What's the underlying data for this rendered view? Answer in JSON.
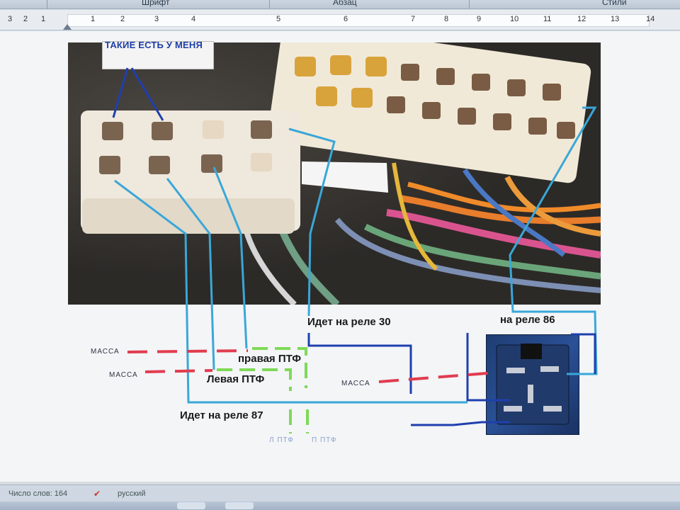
{
  "ribbon": {
    "groups": [
      {
        "label": "Шрифт"
      },
      {
        "label": "Абзац"
      },
      {
        "label": "Стили"
      }
    ]
  },
  "ruler": {
    "numbers": [
      "3",
      "2",
      "1",
      "1",
      "2",
      "3",
      "4",
      "5",
      "6",
      "7",
      "8",
      "9",
      "10",
      "11",
      "12",
      "13",
      "14"
    ]
  },
  "document": {
    "caption": "ТАКИЕ ЕСТЬ У МЕНЯ",
    "labels": {
      "relay30": "Идет на реле 30",
      "relay86": "на реле 86",
      "relay87": "Идет на реле 87",
      "right_fog": "правая ПТФ",
      "left_fog": "Левая ПТФ"
    },
    "ground_labels": [
      "МАССА",
      "МАССА",
      "МАССА"
    ],
    "lamp_labels": [
      "Л ПТФ",
      "П ПТФ"
    ]
  },
  "status_bar": {
    "word_count": "Число слов: 164",
    "language": "русский"
  },
  "colors": {
    "wire_blue": "#3aa7d8",
    "wire_dark_blue": "#1f3fae",
    "ground_red": "#e23c4f",
    "lamp_green": "#7ed957"
  }
}
